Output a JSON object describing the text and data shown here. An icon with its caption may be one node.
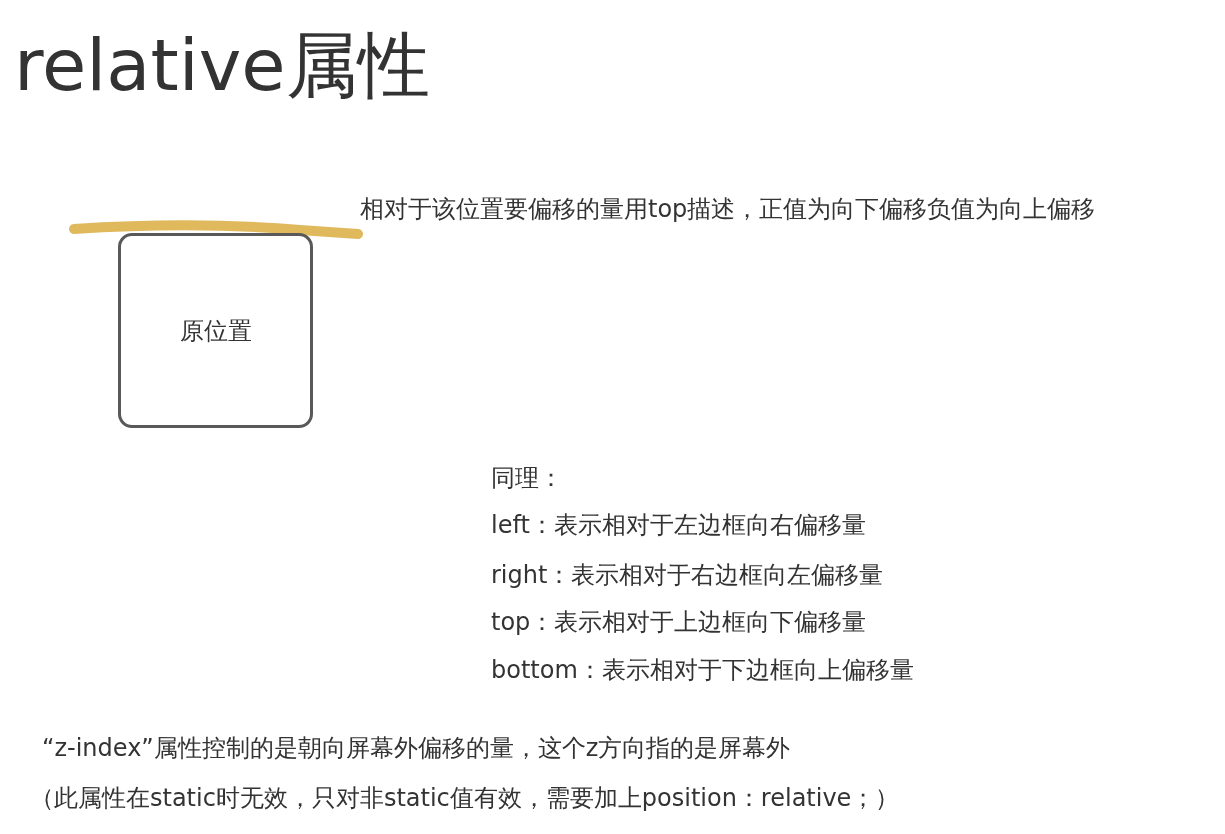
{
  "diagram": {
    "title": "relative属性",
    "nodes": [
      {
        "text": [
          "原位置"
        ]
      }
    ],
    "labels": [
      "相对于该位置要偏移的量用top描述，正值为向下偏移负值为向上偏移",
      "同理：",
      "left：表示相对于左边框向右偏移量",
      "right：表示相对于右边框向左偏移量",
      "top：表示相对于上边框向下偏移量",
      "bottom：表示相对于下边框向上偏移量",
      "“z-index”属性控制的是朝向屏幕外偏移的量，这个z方向指的是屏幕外",
      "（此属性在static时无效，只对非static值有效，需要加上position：relative；）"
    ]
  }
}
